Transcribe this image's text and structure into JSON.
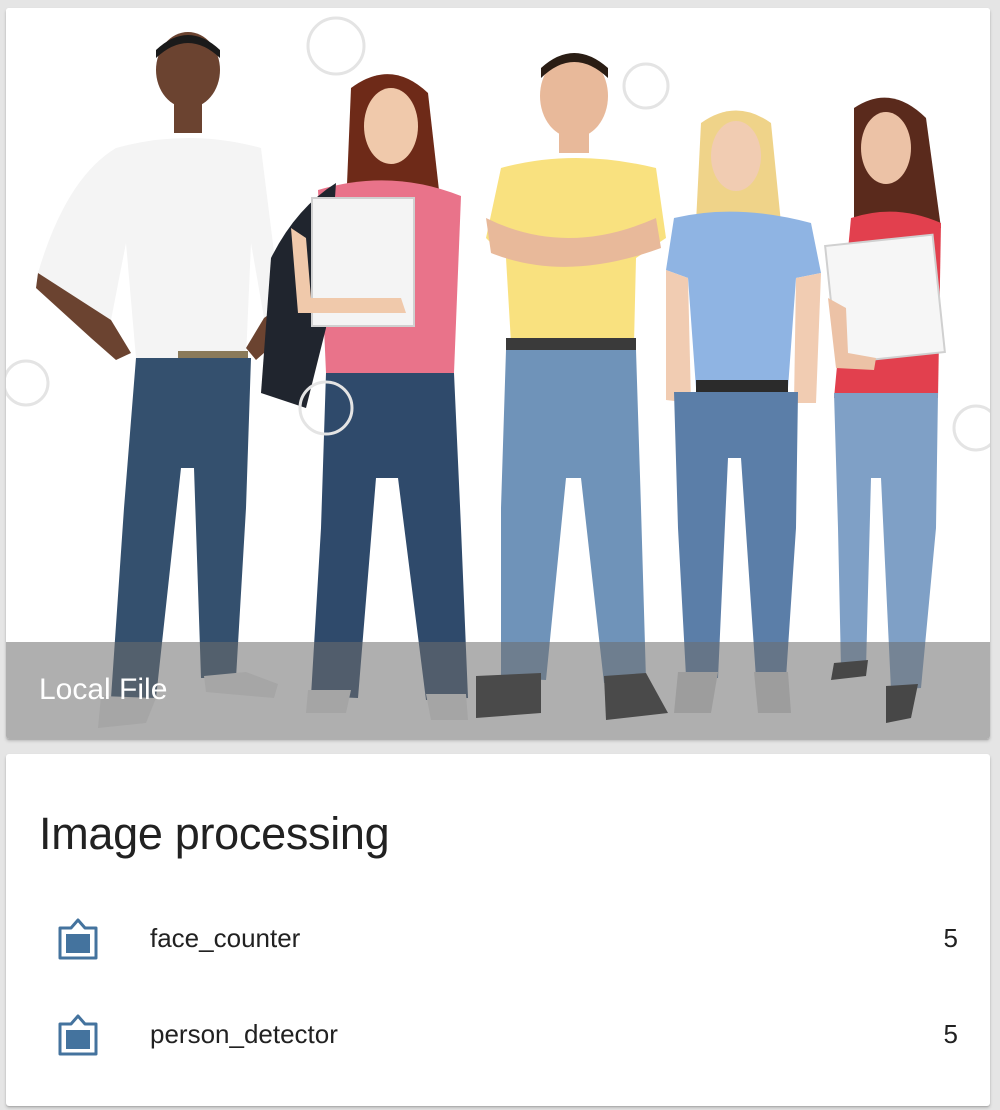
{
  "camera_card": {
    "caption": "Local File"
  },
  "entities_card": {
    "title": "Image processing",
    "rows": [
      {
        "name": "face_counter",
        "state": "5",
        "icon": "image-filter-icon"
      },
      {
        "name": "person_detector",
        "state": "5",
        "icon": "image-filter-icon"
      }
    ]
  },
  "colors": {
    "icon": "#44739e",
    "caption_bar": "#6e6e6e",
    "text": "#212121"
  }
}
